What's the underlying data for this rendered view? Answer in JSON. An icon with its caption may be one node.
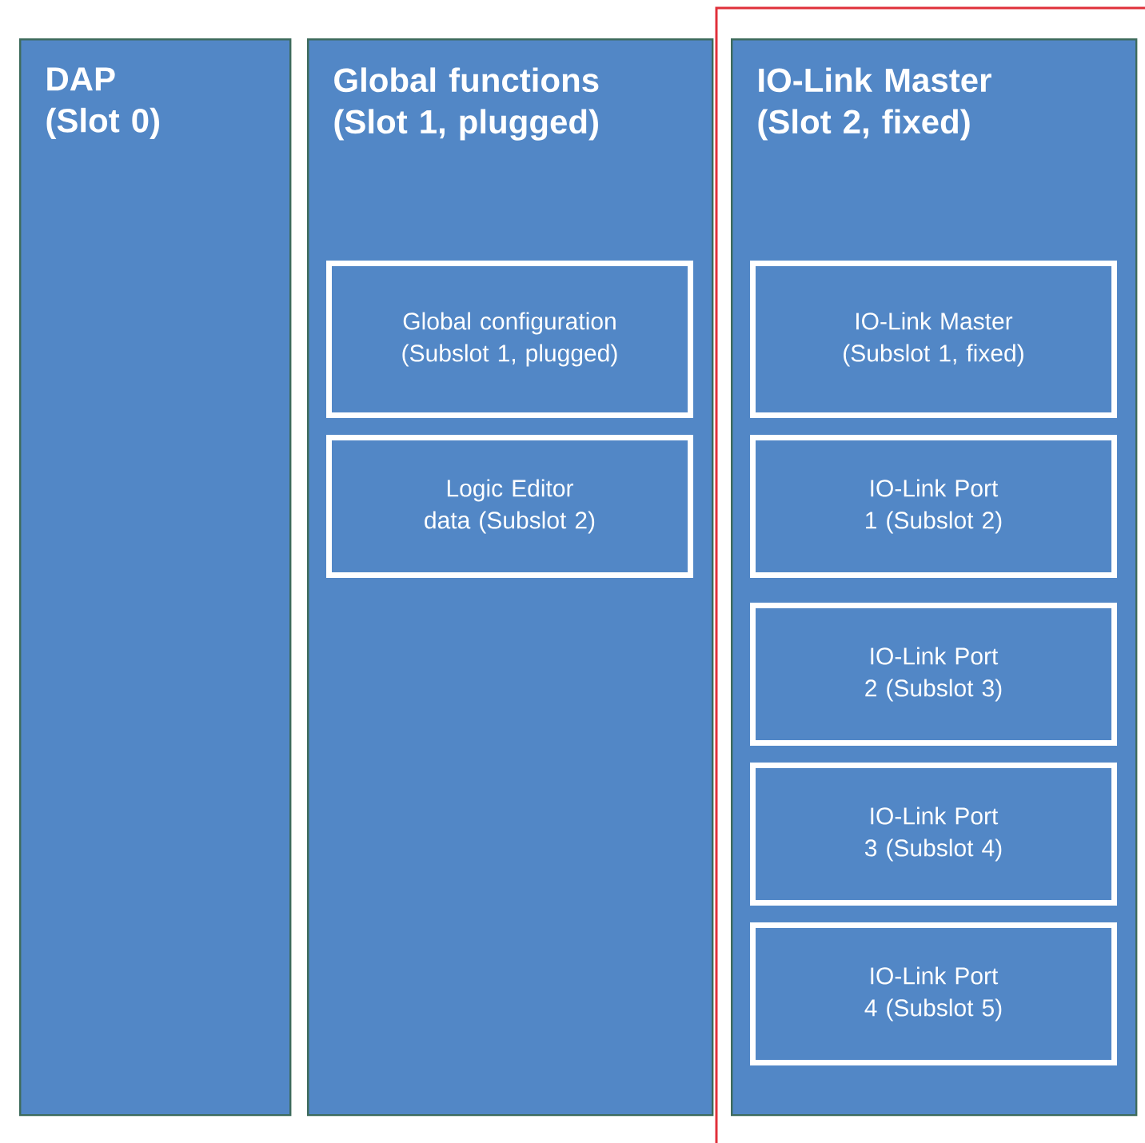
{
  "diagram": {
    "nodes": [
      {
        "text": [
          "DAP (Slot 0)"
        ]
      },
      {
        "text": [
          "Global functions (Slot 1, plugged)"
        ]
      },
      {
        "text": [
          "Global configuration (Subslot 1, plugged)"
        ],
        "in": 1
      },
      {
        "text": [
          "Logic Editor data (Subslot 2)"
        ],
        "in": 1
      },
      {
        "text": [
          "IO-Link Master (Slot 2, fixed)"
        ]
      },
      {
        "text": [
          "IO-Link Master (Subslot 1, fixed)"
        ],
        "in": 4
      },
      {
        "text": [
          "IO-Link Port 1 (Subslot 2)"
        ],
        "in": 4
      },
      {
        "text": [
          "IO-Link Port 2 (Subslot 3)"
        ],
        "in": 4
      },
      {
        "text": [
          "IO-Link Port 3 (Subslot 4)"
        ],
        "in": 4
      },
      {
        "text": [
          "IO-Link Port 4 (Subslot 5)"
        ],
        "in": 4
      }
    ]
  }
}
